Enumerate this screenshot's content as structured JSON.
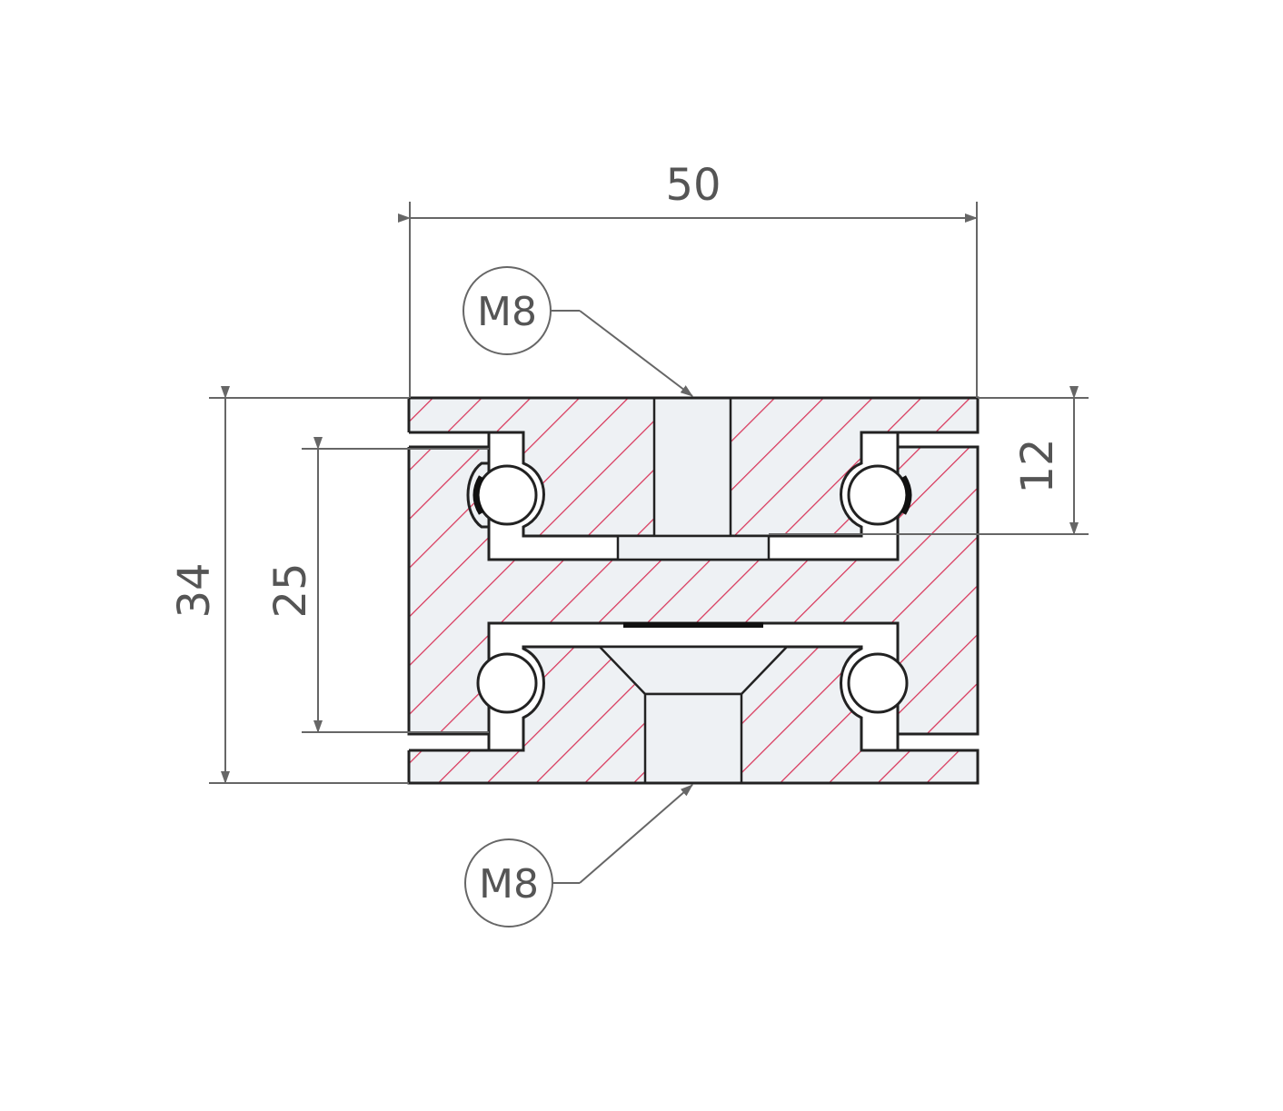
{
  "dimensions": {
    "width": "50",
    "height_total": "34",
    "height_inner": "25",
    "height_top": "12"
  },
  "callouts": {
    "top_thread": "M8",
    "bottom_thread": "M8"
  },
  "colors": {
    "hatch": "#d8365a",
    "fill": "#eef1f4",
    "outline": "#222222",
    "dimension": "#666666"
  }
}
